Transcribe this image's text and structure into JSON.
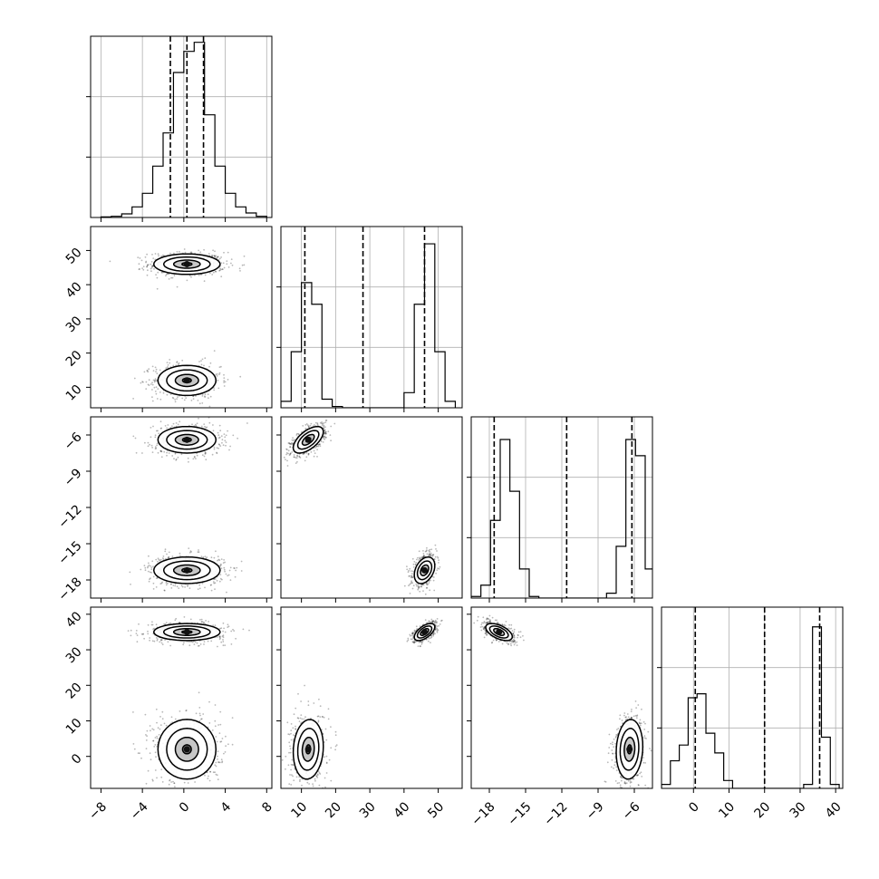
{
  "chart_data": {
    "type": "corner",
    "dimensions": [
      {
        "ticks": [
          -8,
          -4,
          0,
          4,
          8
        ],
        "tick_labels": [
          "−8",
          "−4",
          "0",
          "4",
          "8"
        ],
        "range": [
          -9,
          8.5
        ],
        "quantiles": [
          -1.3,
          0.3,
          1.9
        ],
        "hist_bins": [
          -8,
          -7,
          -6,
          -5,
          -4,
          -3,
          -2,
          -1,
          0,
          1,
          2,
          3,
          4,
          5,
          6,
          7,
          8
        ],
        "hist_counts": [
          0.2,
          0.4,
          1.2,
          3.5,
          8,
          17,
          28,
          48,
          55,
          58,
          34,
          17,
          8,
          3.5,
          1.5,
          0.4
        ],
        "hist_max": 60
      },
      {
        "ticks": [
          10,
          20,
          30,
          40,
          50
        ],
        "tick_labels": [
          "10",
          "20",
          "30",
          "40",
          "50"
        ],
        "range": [
          4,
          57
        ],
        "quantiles": [
          11,
          28,
          46
        ],
        "hist_bins": [
          4,
          7,
          10,
          13,
          16,
          19,
          22,
          25,
          28,
          31,
          34,
          37,
          40,
          43,
          46,
          49,
          52,
          55
        ],
        "hist_counts": [
          1.5,
          13,
          29,
          24,
          2,
          0.3,
          0,
          0,
          0,
          0,
          0,
          0,
          3.5,
          24,
          38,
          13,
          1.5
        ],
        "hist_max": 42
      },
      {
        "ticks": [
          -18,
          -15,
          -12,
          -9,
          -6
        ],
        "tick_labels": [
          "−18",
          "−15",
          "−12",
          "−9",
          "−6"
        ],
        "range": [
          -19.5,
          -4.5
        ],
        "quantiles": [
          -17.6,
          -11.6,
          -6.2
        ],
        "hist_bins": [
          -19.5,
          -18.7,
          -17.9,
          -17.1,
          -16.3,
          -15.5,
          -14.7,
          -13.9,
          -13.1,
          -12.3,
          -11.5,
          -10.7,
          -9.9,
          -9.1,
          -8.3,
          -7.5,
          -6.7,
          -5.9,
          -5.1,
          -4.3
        ],
        "hist_counts": [
          0.5,
          4,
          24,
          49,
          33,
          9,
          0.5,
          0,
          0,
          0,
          0,
          0,
          0,
          0,
          1.5,
          16,
          49,
          44,
          9
        ],
        "hist_max": 56
      },
      {
        "ticks": [
          0,
          10,
          20,
          30,
          40
        ],
        "tick_labels": [
          "0",
          "10",
          "20",
          "30",
          "40"
        ],
        "range": [
          -9,
          42
        ],
        "quantiles": [
          0.5,
          20,
          35.5
        ],
        "hist_bins": [
          -9,
          -6.5,
          -4,
          -1.5,
          1,
          3.5,
          6,
          8.5,
          11,
          13.5,
          16,
          18.5,
          21,
          23.5,
          26,
          28.5,
          31,
          33.5,
          36,
          38.5,
          41
        ],
        "hist_counts": [
          1,
          7,
          11,
          23,
          24,
          14,
          9,
          2,
          0,
          0,
          0,
          0,
          0,
          0,
          0,
          0,
          1,
          41,
          13,
          1
        ],
        "hist_max": 46
      }
    ],
    "modes": [
      {
        "center": [
          0.3,
          46,
          -17.2,
          35
        ],
        "sd": [
          1.6,
          1.5,
          0.55,
          1.2
        ],
        "rot": {
          "1_2": 0.35,
          "1_3": 0.6,
          "2_3": -0.55
        }
      },
      {
        "center": [
          0.3,
          12,
          -6.4,
          2
        ],
        "sd": [
          1.4,
          2.2,
          0.55,
          4.2
        ],
        "rot": {
          "1_2": 0.6,
          "1_3": 0.1,
          "2_3": 0.1
        }
      }
    ],
    "ylabel_ticks": {
      "1": {
        "ticks": [
          10,
          20,
          30,
          40,
          50
        ],
        "tick_labels": [
          "10",
          "20",
          "30",
          "40",
          "50"
        ]
      },
      "2": {
        "ticks": [
          -18,
          -15,
          -12,
          -9,
          -6
        ],
        "tick_labels": [
          "−18",
          "−15",
          "−12",
          "−9",
          "−6"
        ]
      },
      "3": {
        "ticks": [
          0,
          10,
          20,
          30,
          40
        ],
        "tick_labels": [
          "0",
          "10",
          "20",
          "30",
          "40"
        ]
      }
    },
    "grid": true,
    "title": "",
    "xlabel": "",
    "ylabel": ""
  }
}
